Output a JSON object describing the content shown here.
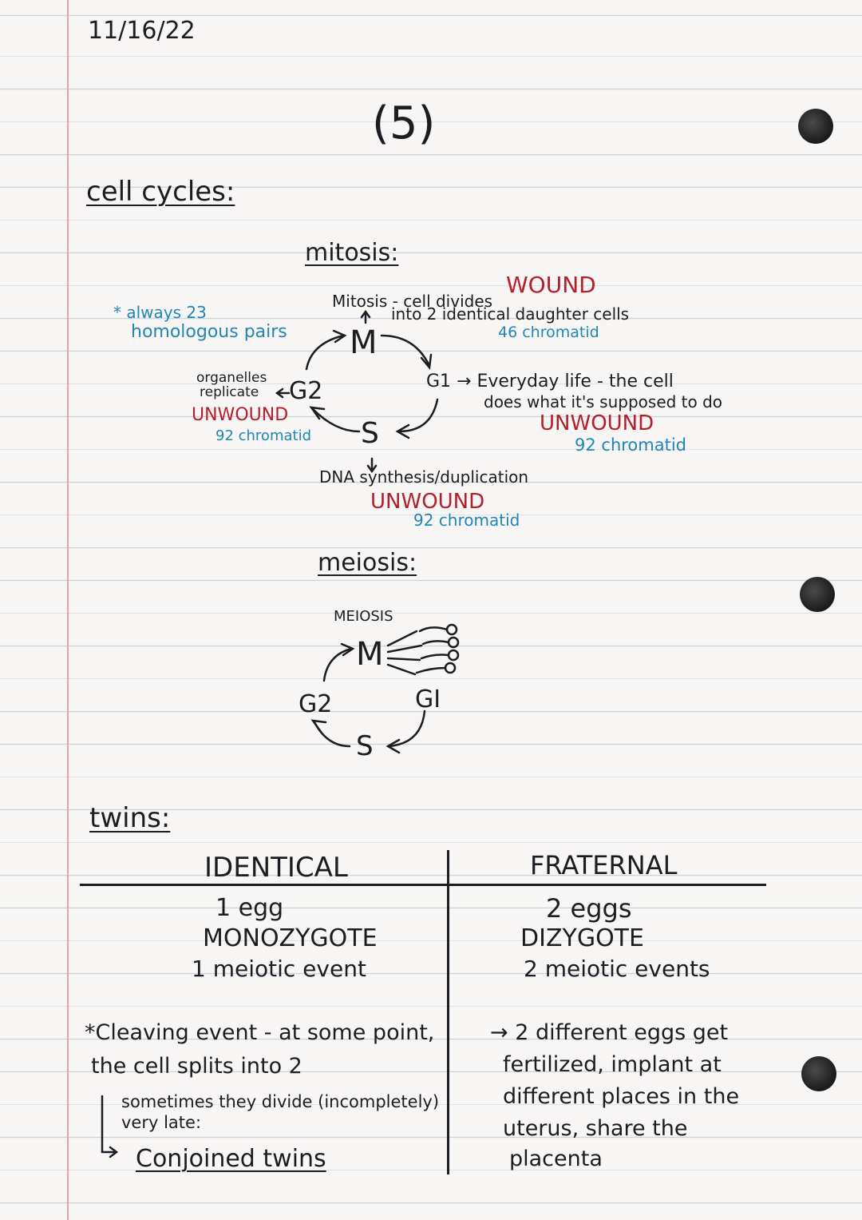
{
  "header": {
    "date": "11/16/22",
    "page_number": "(5)"
  },
  "sections": {
    "cell_cycles_heading": "cell cycles:",
    "mitosis_heading": "mitosis:",
    "meiosis_heading": "meiosis:",
    "twins_heading": "twins:"
  },
  "mitosis": {
    "side_note": "* always 23",
    "side_note_2": "homologous pairs",
    "m_desc_line1": "Mitosis - cell divides",
    "m_desc_line2": "into 2 identical daughter cells",
    "m_state": "WOUND",
    "m_chromatid": "46 chromatid",
    "g1_desc_line1": "G1 → Everyday life - the cell",
    "g1_desc_line2": "does what it's supposed to do",
    "g1_state": "UNWOUND",
    "g1_chromatid": "92 chromatid",
    "g2_desc_line1": "organelles",
    "g2_desc_line2": "replicate",
    "g2_state": "UNWOUND",
    "g2_chromatid": "92 chromatid",
    "s_desc": "DNA synthesis/duplication",
    "s_state": "UNWOUND",
    "s_chromatid": "92 chromatid",
    "node_m": "M",
    "node_g2": "G2",
    "node_s": "S"
  },
  "meiosis": {
    "label": "MEIOSIS",
    "node_m": "M",
    "node_g1": "GI",
    "node_g2": "G2",
    "node_s": "S"
  },
  "twins": {
    "identical": {
      "header": "IDENTICAL",
      "line1": "1 egg",
      "line2": "MONOZYGOTE",
      "line3": "1 meiotic event",
      "note_line1": "*Cleaving event - at some point,",
      "note_line2": "the cell splits into 2",
      "sub_line1": "sometimes they divide (incompletely)",
      "sub_line2": "very late:",
      "result": "Conjoined twins"
    },
    "fraternal": {
      "header": "FRATERNAL",
      "line1": "2 eggs",
      "line2": "DIZYGOTE",
      "line3": "2 meiotic events",
      "note_line1": "→ 2 different eggs get",
      "note_line2": "fertilized, implant at",
      "note_line3": "different places in the",
      "note_line4": "uterus, share the",
      "note_line5": "placenta"
    }
  },
  "colors": {
    "ink": "#1c1c22",
    "red": "#b3202b",
    "blue": "#1f86b5",
    "margin": "#e7a3ad",
    "rule": "#c9d3dc"
  }
}
